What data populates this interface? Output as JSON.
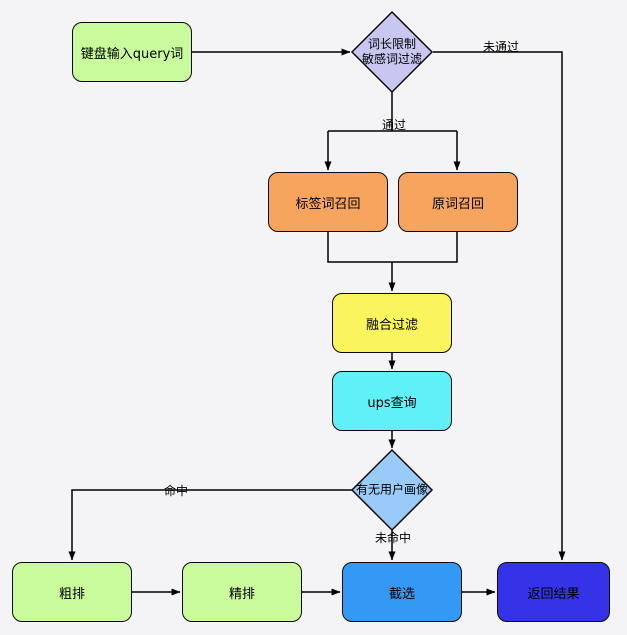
{
  "diagram": {
    "background": "#F4F4F6",
    "line_color": "#000000",
    "nodes": [
      {
        "id": "keyboard-input",
        "label": "键盘输入query词",
        "fill": "#C9FA9B"
      },
      {
        "id": "word-filter-decision",
        "label_line1": "词长限制",
        "label_line2": "敏感词过滤",
        "fill": "#C7C7F2"
      },
      {
        "id": "tag-word-recall",
        "label": "标签词召回",
        "fill": "#F7A55E"
      },
      {
        "id": "original-word-recall",
        "label": "原词召回",
        "fill": "#F7A55E"
      },
      {
        "id": "merge-filter",
        "label": "融合过滤",
        "fill": "#FAF55C"
      },
      {
        "id": "ups-query",
        "label": "ups查询",
        "fill": "#5FF0F8"
      },
      {
        "id": "user-profile-decision",
        "label": "有无用户画像",
        "fill": "#9ACAF7"
      },
      {
        "id": "coarse-rank",
        "label": "粗排",
        "fill": "#C9FA9B"
      },
      {
        "id": "fine-rank",
        "label": "精排",
        "fill": "#C9FA9B"
      },
      {
        "id": "truncate-select",
        "label": "截选",
        "fill": "#3399F5"
      },
      {
        "id": "return-result",
        "label": "返回结果",
        "fill": "#3533E8"
      }
    ],
    "edge_labels": {
      "not_passed": "未通过",
      "passed": "通过",
      "hit": "命中",
      "miss": "未命中"
    }
  }
}
